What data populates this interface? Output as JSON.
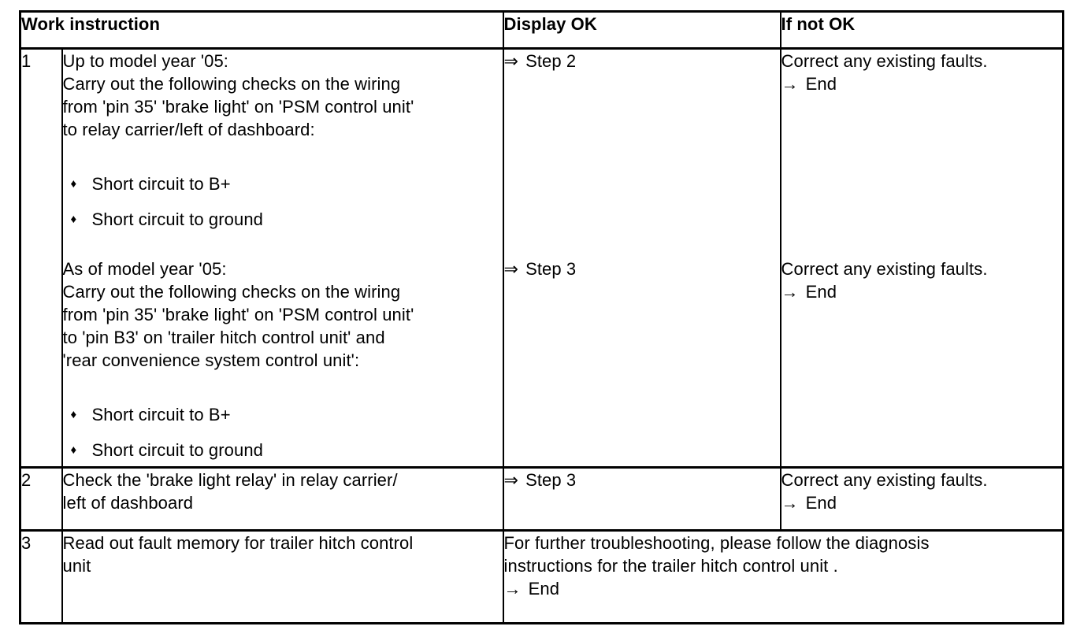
{
  "glyphs": {
    "bullet": "♦",
    "double_arrow": "⇒",
    "arrow": "→"
  },
  "labels": {
    "end": "End"
  },
  "header": {
    "work_instruction": "Work instruction",
    "display_ok": "Display OK",
    "if_not_ok": "If not OK"
  },
  "rows": [
    {
      "number": "1",
      "blocks": [
        {
          "lines": "Up to model year '05:\nCarry out the following checks on the wiring\nfrom 'pin 35' 'brake light' on 'PSM control unit'\nto relay carrier/left of dashboard:",
          "bullets": [
            "Short circuit to B+",
            "Short circuit to ground"
          ],
          "step": "Step 2",
          "if_not_ok": "Correct any existing faults."
        },
        {
          "lines": "As of model year '05:\nCarry out the following checks on the wiring\nfrom 'pin 35' 'brake light' on 'PSM control unit'\nto 'pin B3' on 'trailer hitch control unit' and\n'rear convenience system control unit':",
          "bullets": [
            "Short circuit to B+",
            "Short circuit to ground"
          ],
          "step": "Step 3",
          "if_not_ok": "Correct any existing faults."
        }
      ]
    },
    {
      "number": "2",
      "text": "Check the 'brake light relay' in relay carrier/\nleft of dashboard",
      "step": "Step 3",
      "if_not_ok": "Correct any existing faults."
    },
    {
      "number": "3",
      "text": "Read out fault memory for trailer hitch control\nunit",
      "combined_text": "For further troubleshooting, please follow the diagnosis\ninstructions for the trailer hitch control unit ."
    }
  ]
}
